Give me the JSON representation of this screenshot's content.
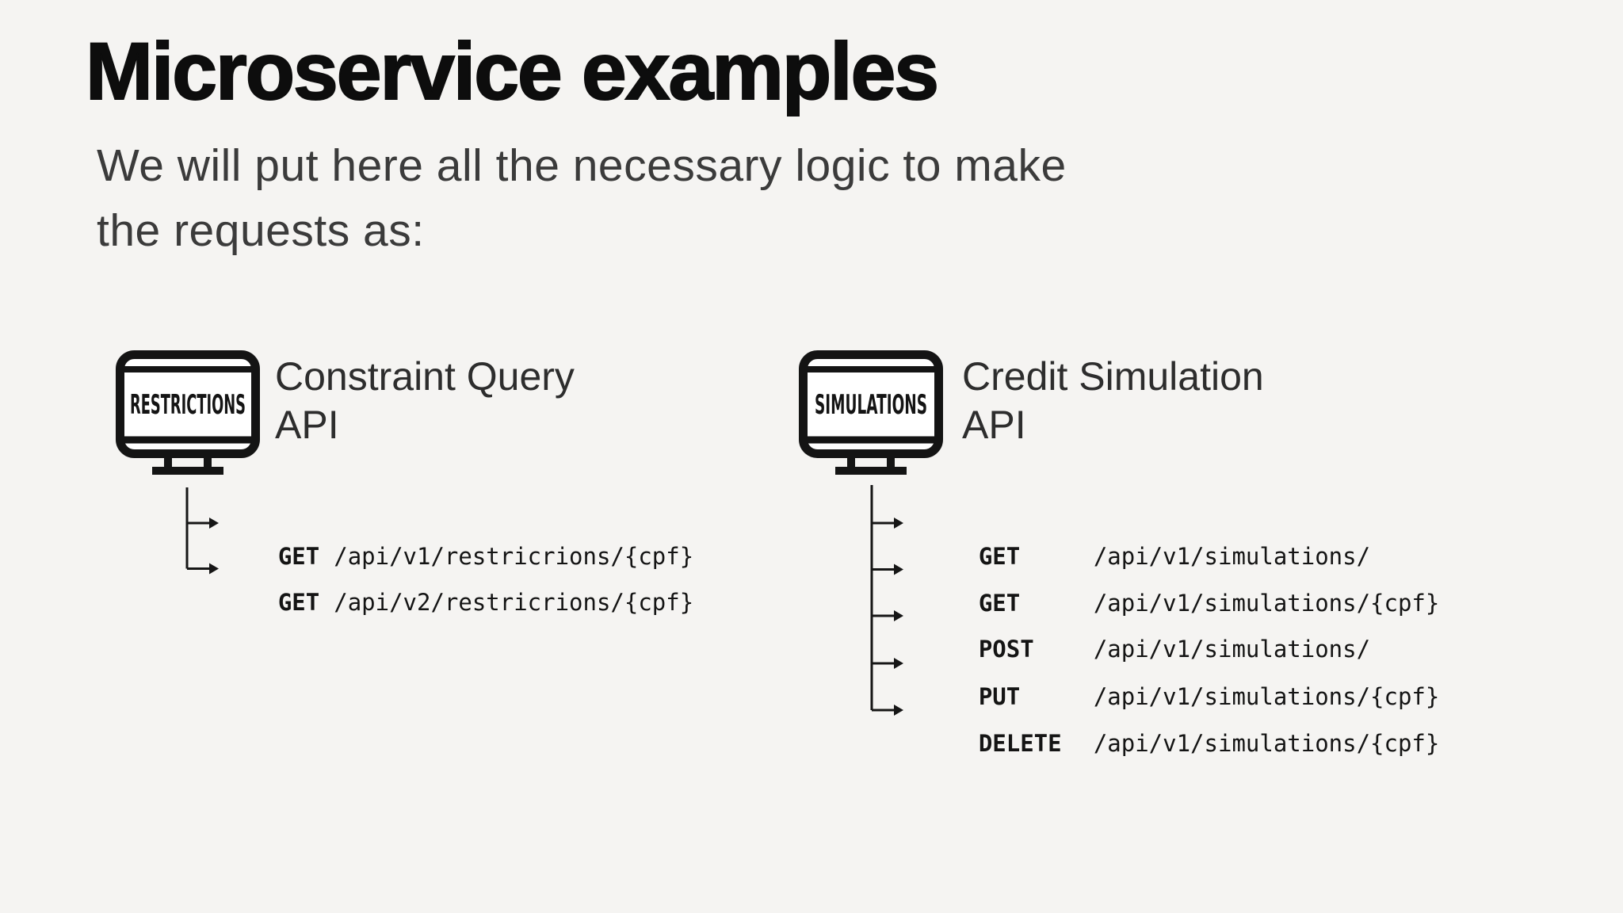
{
  "slide": {
    "title": "Microservice examples",
    "subtitle_line1": "We will put here all the necessary logic to make",
    "subtitle_line2": "the requests as:",
    "background_color": "#f5f4f2",
    "title_color": "#0d0d0d",
    "subtitle_color": "#3b3b3b",
    "line_color": "#161616"
  },
  "services": [
    {
      "icon": "monitor-icon",
      "monitor_screen_text": "RESTRICTIONS",
      "name_line1": "Constraint Query",
      "name_line2": "API",
      "endpoints": [
        {
          "method": "GET",
          "path": "/api/v1/restricrions/{cpf}"
        },
        {
          "method": "GET",
          "path": "/api/v2/restricrions/{cpf}"
        }
      ]
    },
    {
      "icon": "monitor-icon",
      "monitor_screen_text": "SIMULATIONS",
      "name_line1": "Credit Simulation",
      "name_line2": "API",
      "endpoints": [
        {
          "method": "GET",
          "path": "/api/v1/simulations/"
        },
        {
          "method": "GET",
          "path": "/api/v1/simulations/{cpf}"
        },
        {
          "method": "POST",
          "path": "/api/v1/simulations/"
        },
        {
          "method": "PUT",
          "path": "/api/v1/simulations/{cpf}"
        },
        {
          "method": "DELETE",
          "path": "/api/v1/simulations/{cpf}"
        }
      ]
    }
  ]
}
